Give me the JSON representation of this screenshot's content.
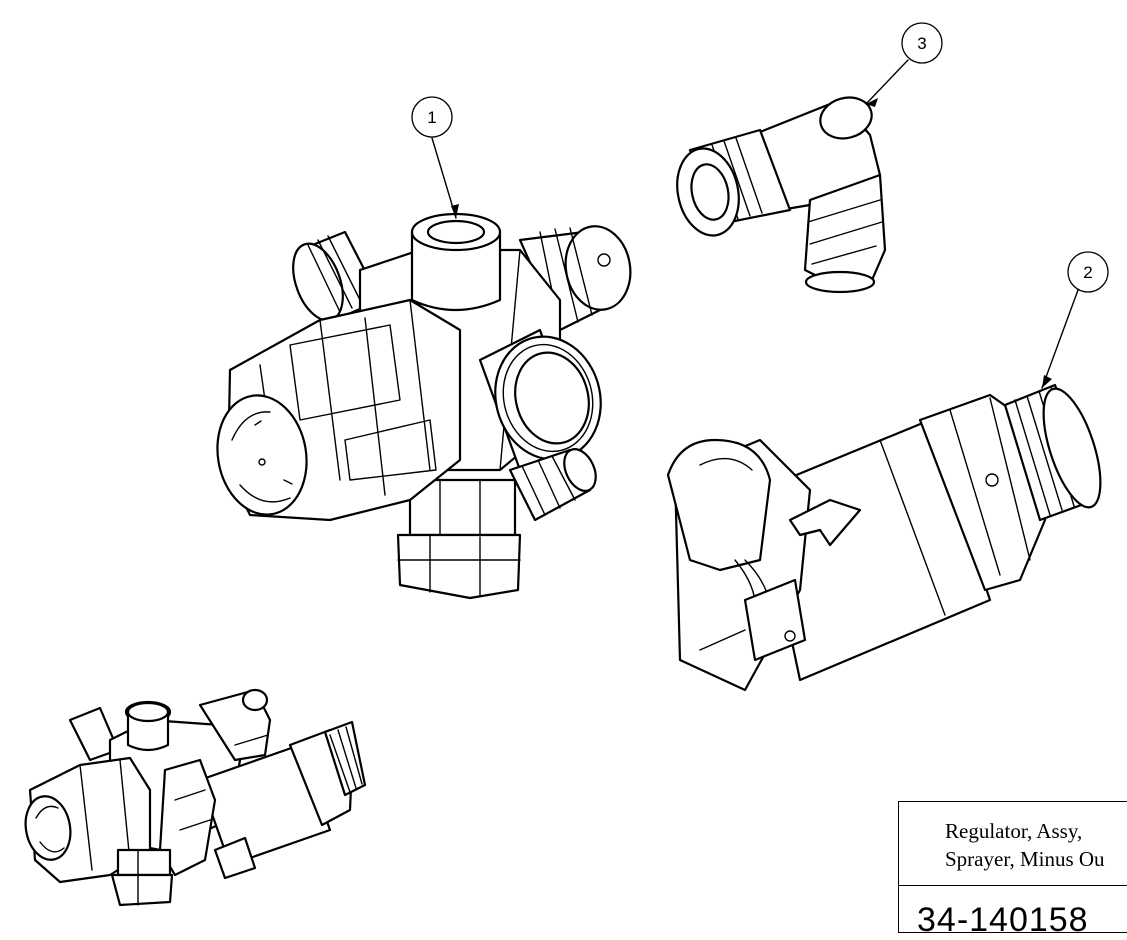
{
  "callouts": [
    {
      "id": "1",
      "label": "1"
    },
    {
      "id": "2",
      "label": "2"
    },
    {
      "id": "3",
      "label": "3"
    }
  ],
  "title_block": {
    "description_line1": "Regulator, Assy,",
    "description_line2": "Sprayer, Minus Ou",
    "part_number": "34-140158"
  }
}
